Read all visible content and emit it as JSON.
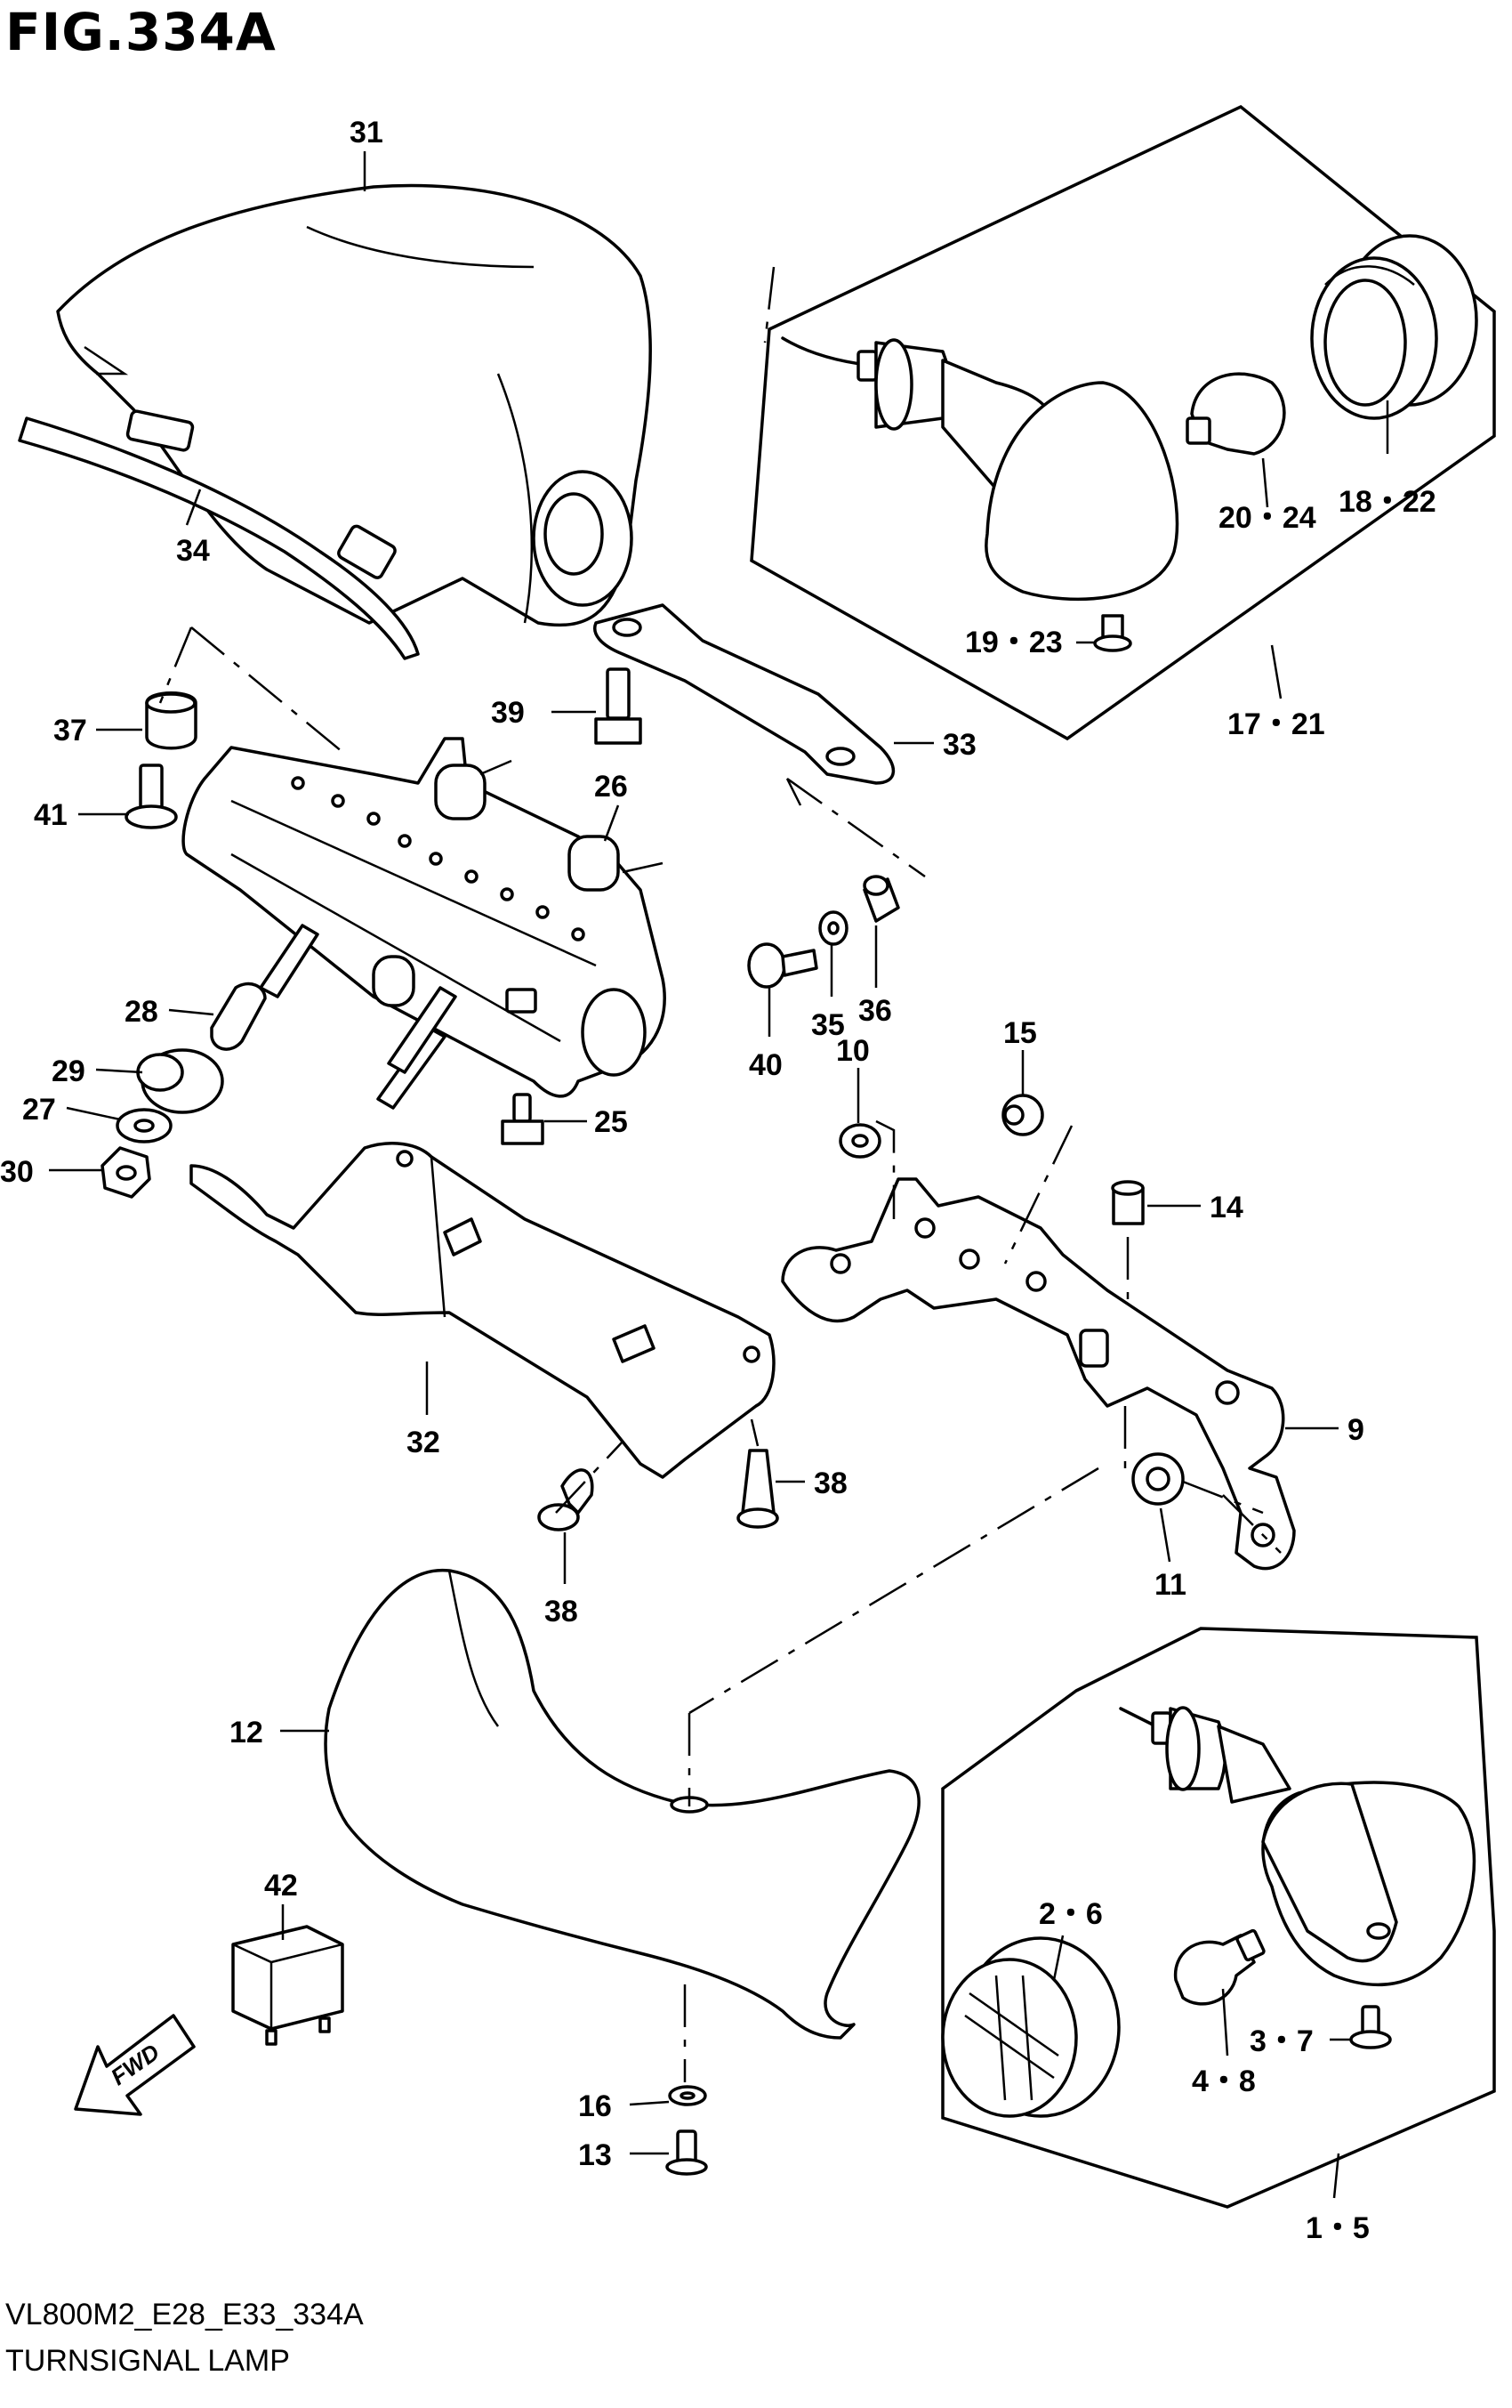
{
  "figure": {
    "title": "FIG.334A",
    "model_code": "VL800M2_E28_E33_334A",
    "name": "TURNSIGNAL LAMP"
  },
  "fwd_arrow": {
    "label": "FWD",
    "icon": "forward-arrow-icon"
  },
  "callouts": [
    {
      "id": "c31",
      "label": "31"
    },
    {
      "id": "c34",
      "label": "34"
    },
    {
      "id": "c37",
      "label": "37"
    },
    {
      "id": "c41",
      "label": "41"
    },
    {
      "id": "c39",
      "label": "39"
    },
    {
      "id": "c26",
      "label": "26"
    },
    {
      "id": "c33",
      "label": "33"
    },
    {
      "id": "c28",
      "label": "28"
    },
    {
      "id": "c29",
      "label": "29"
    },
    {
      "id": "c27",
      "label": "27"
    },
    {
      "id": "c30",
      "label": "30"
    },
    {
      "id": "c25",
      "label": "25"
    },
    {
      "id": "c35",
      "label": "35"
    },
    {
      "id": "c36",
      "label": "36"
    },
    {
      "id": "c40",
      "label": "40"
    },
    {
      "id": "c10",
      "label": "10"
    },
    {
      "id": "c15",
      "label": "15"
    },
    {
      "id": "c14",
      "label": "14"
    },
    {
      "id": "c9",
      "label": "9"
    },
    {
      "id": "c11",
      "label": "11"
    },
    {
      "id": "c32",
      "label": "32"
    },
    {
      "id": "c38a",
      "label": "38"
    },
    {
      "id": "c38b",
      "label": "38"
    },
    {
      "id": "c12",
      "label": "12"
    },
    {
      "id": "c42",
      "label": "42"
    },
    {
      "id": "c16",
      "label": "16"
    },
    {
      "id": "c13",
      "label": "13"
    },
    {
      "id": "c20_24",
      "label": "20・24"
    },
    {
      "id": "c18_22",
      "label": "18・22"
    },
    {
      "id": "c19_23",
      "label": "19・23"
    },
    {
      "id": "c17_21",
      "label": "17・21"
    },
    {
      "id": "c2_6",
      "label": "2・6"
    },
    {
      "id": "c3_7",
      "label": "3・7"
    },
    {
      "id": "c4_8",
      "label": "4・8"
    },
    {
      "id": "c1_5",
      "label": "1・5"
    }
  ]
}
